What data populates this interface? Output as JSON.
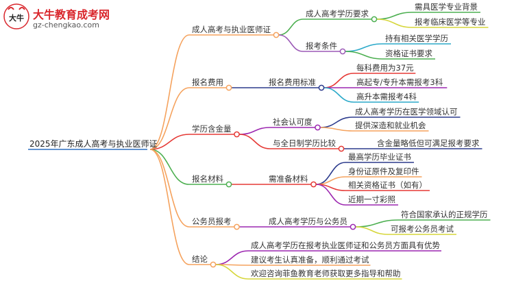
{
  "header": {
    "site_name": "大牛教育成考网",
    "site_url": "gz-chengkao.com",
    "logo_glyph": "大牛"
  },
  "mindmap": {
    "root": "2025年广东成人高考与执业医师证",
    "branches": [
      {
        "label": "成人高考与执业医师证",
        "color": "#f5a25d",
        "children": [
          {
            "label": "成人高考学历要求",
            "color": "#4caf50",
            "children": [
              {
                "label": "需具医学专业背景",
                "color": "#4caf50"
              },
              {
                "label": "报考临床医学等专业",
                "color": "#d6d63a"
              }
            ]
          },
          {
            "label": "报考条件",
            "color": "#9b59b6",
            "children": [
              {
                "label": "持有相关医学学历",
                "color": "#2aa9c9"
              },
              {
                "label": "资格证书要求",
                "color": "#4caf50"
              }
            ]
          }
        ]
      },
      {
        "label": "报名费用",
        "color": "#f5a25d",
        "children": [
          {
            "label": "报名费用标准",
            "color": "#2b3a8c",
            "children": [
              {
                "label": "每科费用为37元",
                "color": "#e53935"
              },
              {
                "label": "高起专/专升本需报考3科",
                "color": "#9c27b0"
              },
              {
                "label": "高升本需报考4科",
                "color": "#2aa9c9"
              }
            ]
          }
        ]
      },
      {
        "label": "学历含金量",
        "color": "#e53935",
        "children": [
          {
            "label": "社会认可度",
            "color": "#9c27b0",
            "children": [
              {
                "label": "成人高考学历在医学领域认可",
                "color": "#2b3a8c"
              },
              {
                "label": "提供深造和就业机会",
                "color": "#f5a25d"
              }
            ]
          },
          {
            "label": "与全日制学历比较",
            "color": "#e53935",
            "children": [
              {
                "label": "含金量略低但可满足报考要求",
                "color": "#2b3a8c"
              }
            ]
          }
        ]
      },
      {
        "label": "报名材料",
        "color": "#4caf50",
        "children": [
          {
            "label": "需准备材料",
            "color": "#e53935",
            "children": [
              {
                "label": "最高学历毕业证书",
                "color": "#2b3a8c"
              },
              {
                "label": "身份证原件及复印件",
                "color": "#f5a25d"
              },
              {
                "label": "相关资格证书（如有）",
                "color": "#e53935"
              },
              {
                "label": "近期一寸彩照",
                "color": "#9c27b0"
              }
            ]
          }
        ]
      },
      {
        "label": "公务员报考",
        "color": "#f5a25d",
        "children": [
          {
            "label": "成人高考学历与公务员",
            "color": "#9c27b0",
            "children": [
              {
                "label": "符合国家承认的正规学历",
                "color": "#4caf50"
              },
              {
                "label": "可报考公务员考试",
                "color": "#d6d63a"
              }
            ]
          }
        ]
      },
      {
        "label": "结论",
        "color": "#f5a25d",
        "children": [
          {
            "label": "成人高考学历在报考执业医师证和公务员方面具有优势",
            "color": "#9c27b0"
          },
          {
            "label": "建议考生认真准备，顺利通过考试",
            "color": "#f5a25d"
          },
          {
            "label": "欢迎咨询菲鱼教育老师获取更多指导和帮助",
            "color": "#d6d63a"
          }
        ]
      }
    ]
  }
}
